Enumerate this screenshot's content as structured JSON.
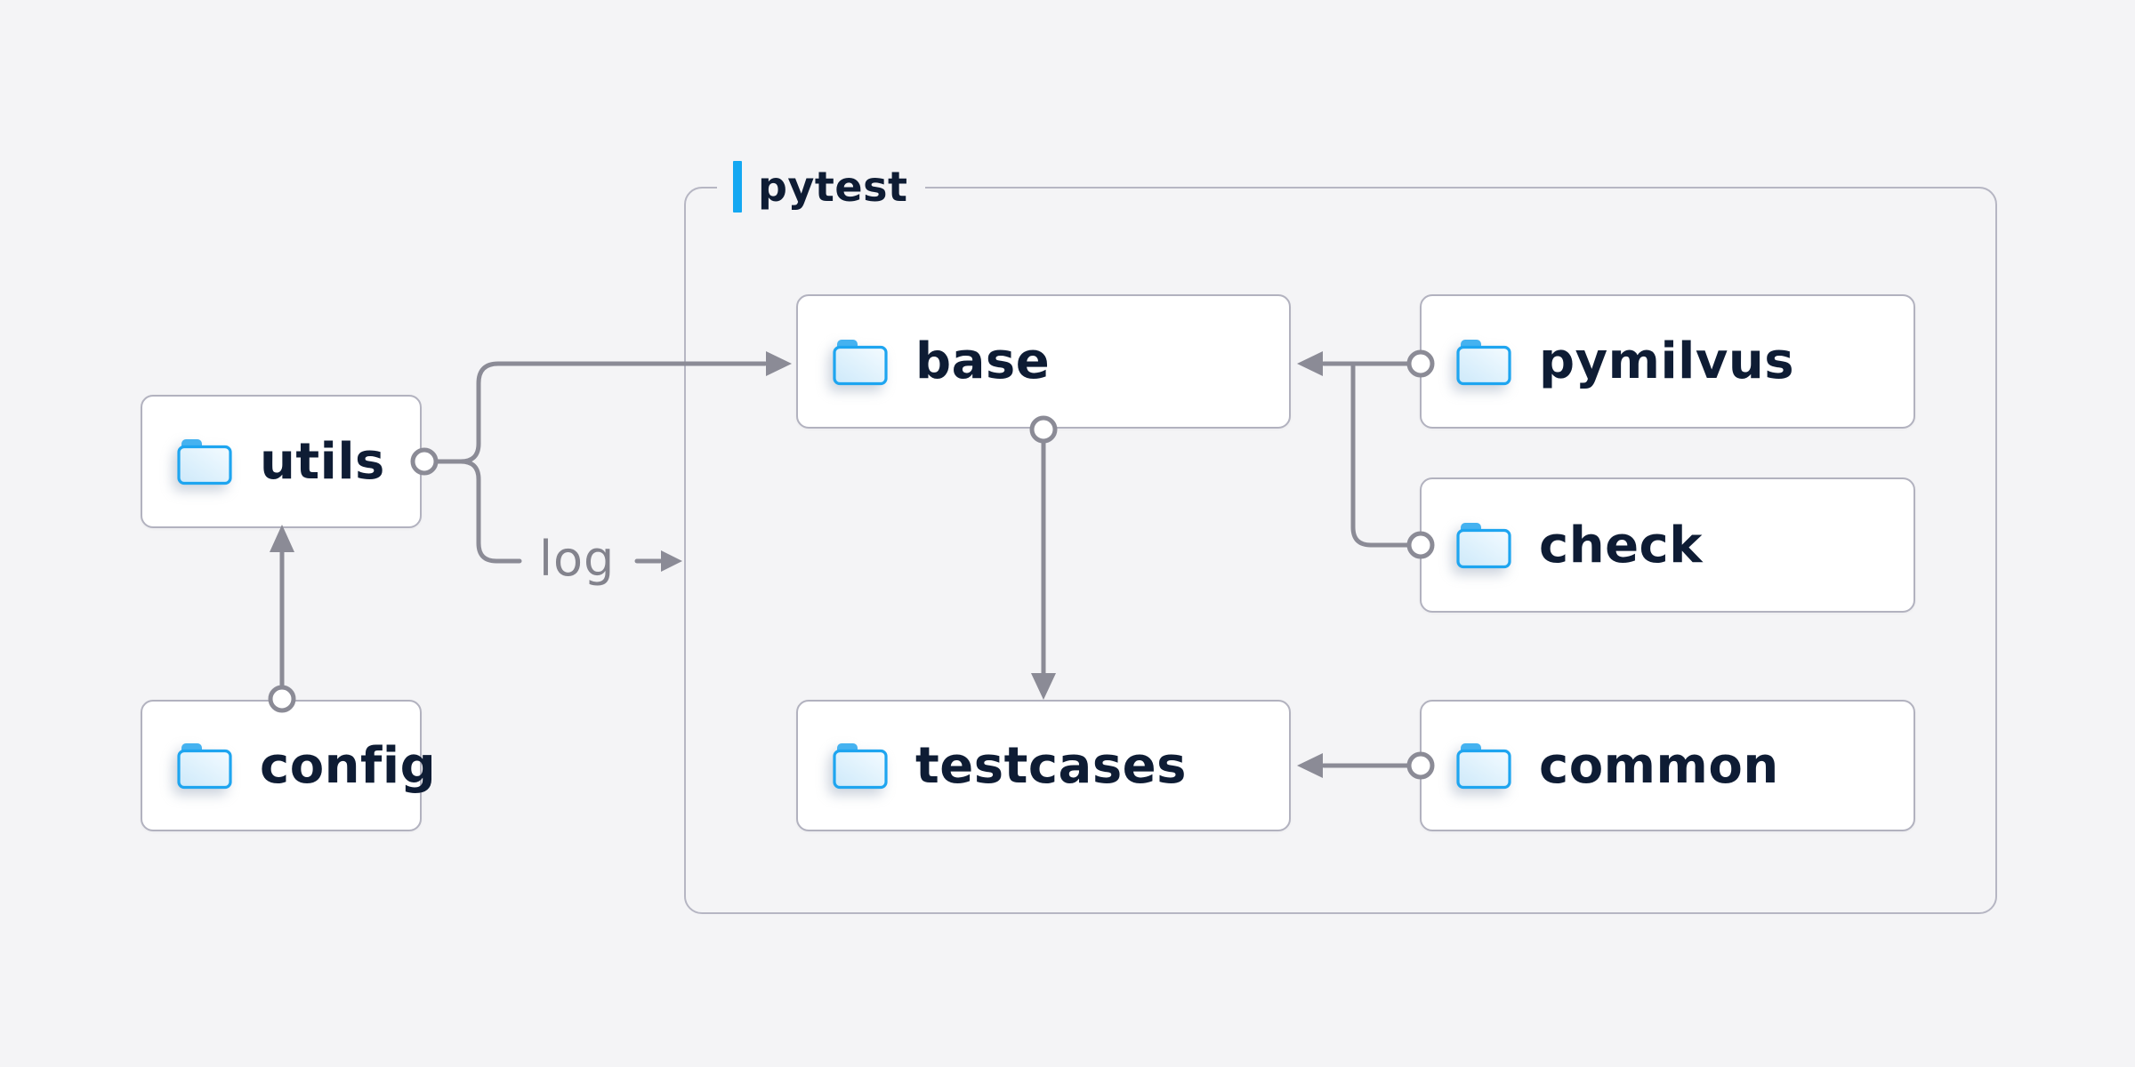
{
  "diagram": {
    "container": {
      "label": "pytest"
    },
    "nodes": [
      {
        "id": "utils",
        "label": "utils",
        "icon": "folder-icon"
      },
      {
        "id": "config",
        "label": "config",
        "icon": "folder-icon"
      },
      {
        "id": "base",
        "label": "base",
        "icon": "folder-icon"
      },
      {
        "id": "pymilvus",
        "label": "pymilvus",
        "icon": "folder-icon"
      },
      {
        "id": "check",
        "label": "check",
        "icon": "folder-icon"
      },
      {
        "id": "testcases",
        "label": "testcases",
        "icon": "folder-icon"
      },
      {
        "id": "common",
        "label": "common",
        "icon": "folder-icon"
      }
    ],
    "edge_label_log": "log",
    "edges": [
      {
        "from": "config",
        "to": "utils",
        "style": "arrow"
      },
      {
        "from": "utils",
        "to": "base",
        "style": "arrow"
      },
      {
        "from": "utils",
        "to": "pytest",
        "style": "arrow",
        "label": "log"
      },
      {
        "from": "pymilvus",
        "to": "base",
        "style": "arrow"
      },
      {
        "from": "check",
        "to": "base",
        "style": "arrow"
      },
      {
        "from": "base",
        "to": "testcases",
        "style": "arrow"
      },
      {
        "from": "common",
        "to": "testcases",
        "style": "arrow"
      }
    ],
    "colors": {
      "background": "#f4f4f6",
      "node_background": "#ffffff",
      "node_border": "#b2b2bf",
      "container_border": "#b6b6c3",
      "connector": "#8b8b96",
      "label_text": "#0e1c34",
      "muted_text": "#83838d",
      "accent_blue": "#14a8f2",
      "folder_stroke": "#1ea5f0",
      "folder_tab": "#45b2f0",
      "folder_fill_light": "#f4fbff",
      "folder_fill_dark": "#cde9fa"
    }
  }
}
